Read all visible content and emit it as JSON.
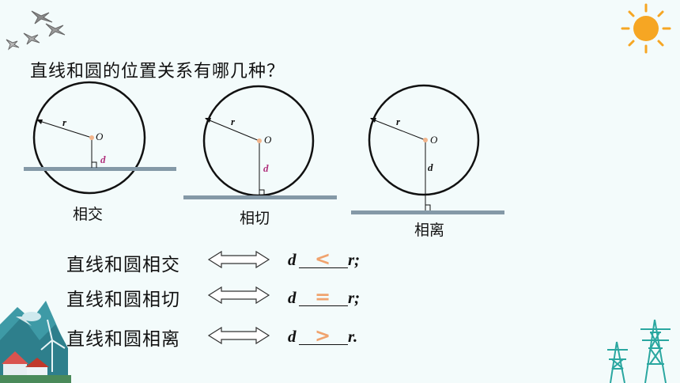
{
  "question": "直线和圆的位置关系有哪几种？",
  "diagrams": [
    {
      "caption": "相交",
      "radius_label": "r",
      "center_label": "O",
      "distance_label": "d",
      "distance_color": "#b0307c"
    },
    {
      "caption": "相切",
      "radius_label": "r",
      "center_label": "O",
      "distance_label": "d",
      "distance_color": "#b0307c"
    },
    {
      "caption": "相离",
      "radius_label": "r",
      "center_label": "O",
      "distance_label": "d",
      "distance_color": "#111111"
    }
  ],
  "relations": [
    {
      "name": "直线和圆相交",
      "d": "d",
      "symbol": "<",
      "r": "r;"
    },
    {
      "name": "直线和圆相切",
      "d": "d",
      "symbol": "=",
      "r": "r;"
    },
    {
      "name": "直线和圆相离",
      "d": "d",
      "symbol": ">",
      "r": "r."
    }
  ],
  "colors": {
    "line": "#8499a7",
    "circle": "#111111",
    "center_dot": "#f2b58c",
    "symbol": "#f0a36e",
    "sun": "#f6a623"
  },
  "decorations": {
    "top_left": "flying-cranes-icon",
    "top_right": "sun-icon",
    "bottom_left": "wind-turbine-landscape-icon",
    "bottom_right": "power-tower-icon"
  }
}
